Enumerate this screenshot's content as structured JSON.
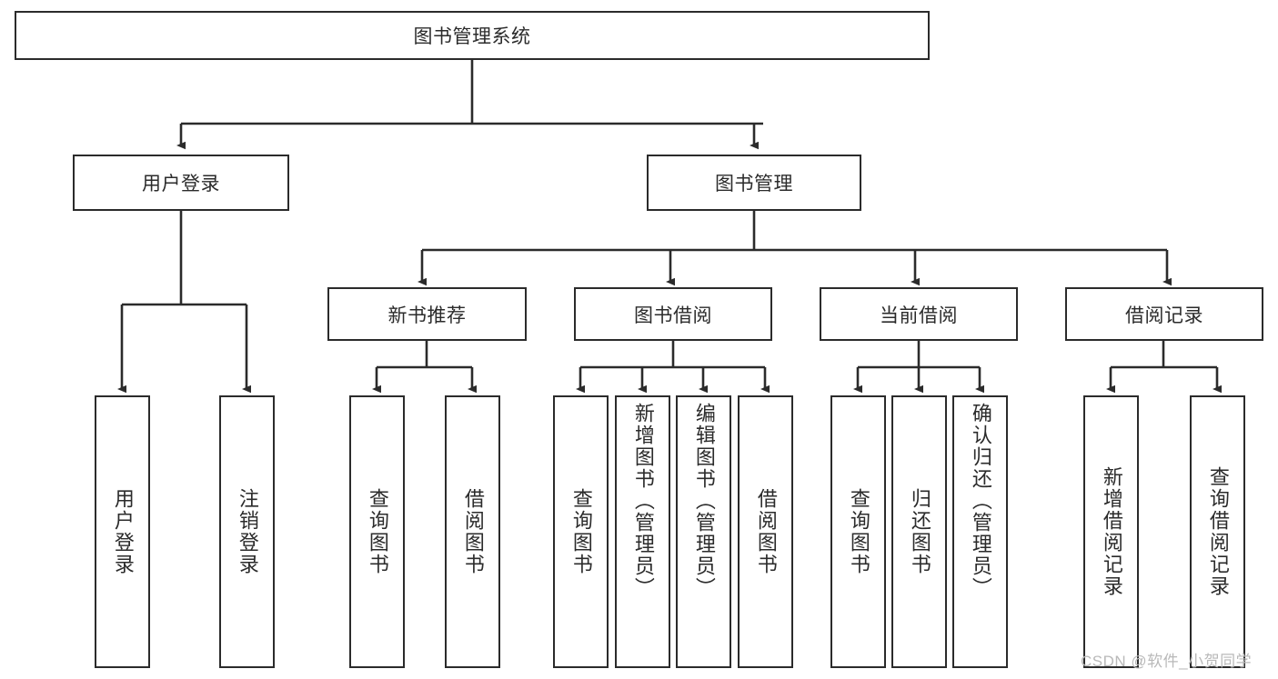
{
  "diagram": {
    "type": "tree-hierarchy",
    "title_node": {
      "label": "图书管理系统"
    },
    "level2": [
      {
        "id": "user-login",
        "label": "用户登录"
      },
      {
        "id": "book-management",
        "label": "图书管理"
      }
    ],
    "level3": [
      {
        "id": "new-book-recommend",
        "label": "新书推荐",
        "parent": "book-management"
      },
      {
        "id": "book-borrow",
        "label": "图书借阅",
        "parent": "book-management"
      },
      {
        "id": "current-borrow",
        "label": "当前借阅",
        "parent": "book-management"
      },
      {
        "id": "borrow-record",
        "label": "借阅记录",
        "parent": "book-management"
      }
    ],
    "leaves": [
      {
        "id": "leaf-user-login",
        "label": "用户登录",
        "parent": "user-login"
      },
      {
        "id": "leaf-logout-login",
        "label": "注销登录",
        "parent": "user-login"
      },
      {
        "id": "leaf-query-book-1",
        "label": "查询图书",
        "parent": "new-book-recommend"
      },
      {
        "id": "leaf-borrow-book-1",
        "label": "借阅图书",
        "parent": "new-book-recommend"
      },
      {
        "id": "leaf-query-book-2",
        "label": "查询图书",
        "parent": "book-borrow"
      },
      {
        "id": "leaf-add-book",
        "label": "新增图书（管理员）",
        "parent": "book-borrow"
      },
      {
        "id": "leaf-edit-book",
        "label": "编辑图书（管理员）",
        "parent": "book-borrow"
      },
      {
        "id": "leaf-borrow-book-2",
        "label": "借阅图书",
        "parent": "book-borrow"
      },
      {
        "id": "leaf-query-book-3",
        "label": "查询图书",
        "parent": "current-borrow"
      },
      {
        "id": "leaf-return-book",
        "label": "归还图书",
        "parent": "current-borrow"
      },
      {
        "id": "leaf-confirm-return",
        "label": "确认归还（管理员）",
        "parent": "current-borrow"
      },
      {
        "id": "leaf-add-record",
        "label": "新增借阅记录",
        "parent": "borrow-record"
      },
      {
        "id": "leaf-query-record",
        "label": "查询借阅记录",
        "parent": "borrow-record"
      }
    ],
    "colors": {
      "stroke": "#2b2b2b",
      "fill": "#ffffff",
      "text": "#2b2b2b",
      "watermark": "#b9b9b9"
    }
  },
  "watermark": {
    "text": "CSDN @软件_小贺同学"
  }
}
